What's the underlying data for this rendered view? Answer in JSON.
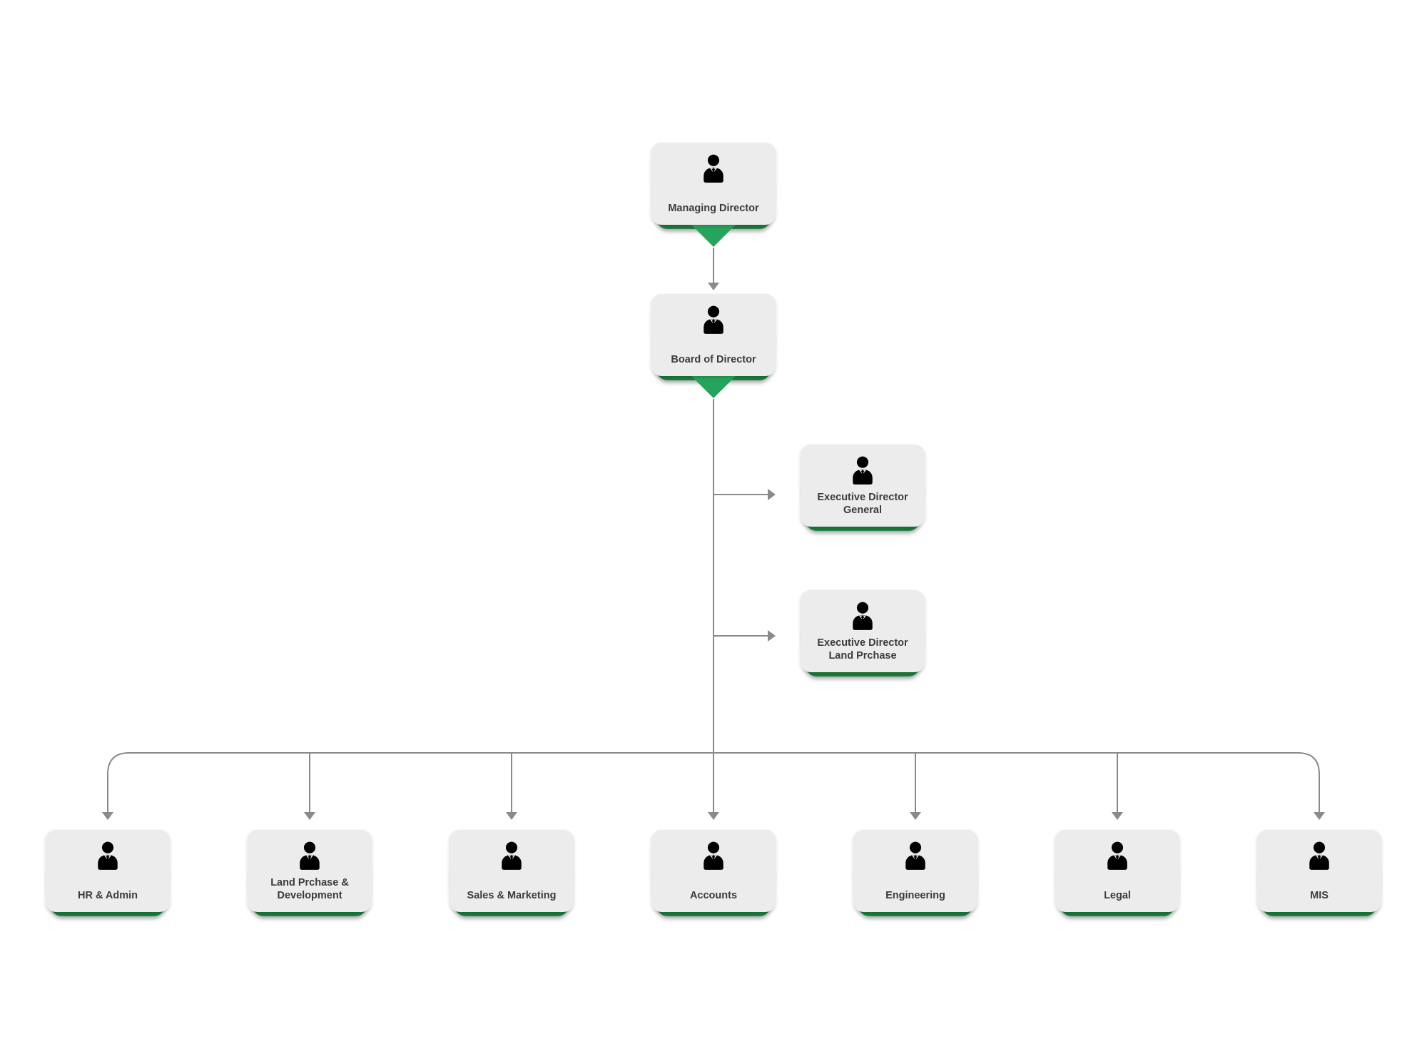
{
  "diagram": {
    "type": "org-chart",
    "colors": {
      "card_bg": "#ececec",
      "base_green": "#1b7c3d",
      "triangle_green": "#27a45b",
      "connector": "#8a8a8a",
      "text": "#3b3b3b"
    },
    "icon": "business-person-icon",
    "nodes": {
      "managing_director": {
        "label": "Managing Director"
      },
      "board_of_director": {
        "label": "Board of Director"
      },
      "ed_general": {
        "label": "Executive Director General"
      },
      "ed_land": {
        "label": "Executive Director Land Prchase"
      },
      "hr": {
        "label": "HR & Admin"
      },
      "land_dev": {
        "label": "Land Prchase & Development"
      },
      "sales": {
        "label": "Sales & Marketing"
      },
      "accounts": {
        "label": "Accounts"
      },
      "engineering": {
        "label": "Engineering"
      },
      "legal": {
        "label": "Legal"
      },
      "mis": {
        "label": "MIS"
      }
    },
    "edges": [
      [
        "managing_director",
        "board_of_director"
      ],
      [
        "board_of_director",
        "ed_general"
      ],
      [
        "board_of_director",
        "ed_land"
      ],
      [
        "board_of_director",
        "hr"
      ],
      [
        "board_of_director",
        "land_dev"
      ],
      [
        "board_of_director",
        "sales"
      ],
      [
        "board_of_director",
        "accounts"
      ],
      [
        "board_of_director",
        "engineering"
      ],
      [
        "board_of_director",
        "legal"
      ],
      [
        "board_of_director",
        "mis"
      ]
    ]
  }
}
